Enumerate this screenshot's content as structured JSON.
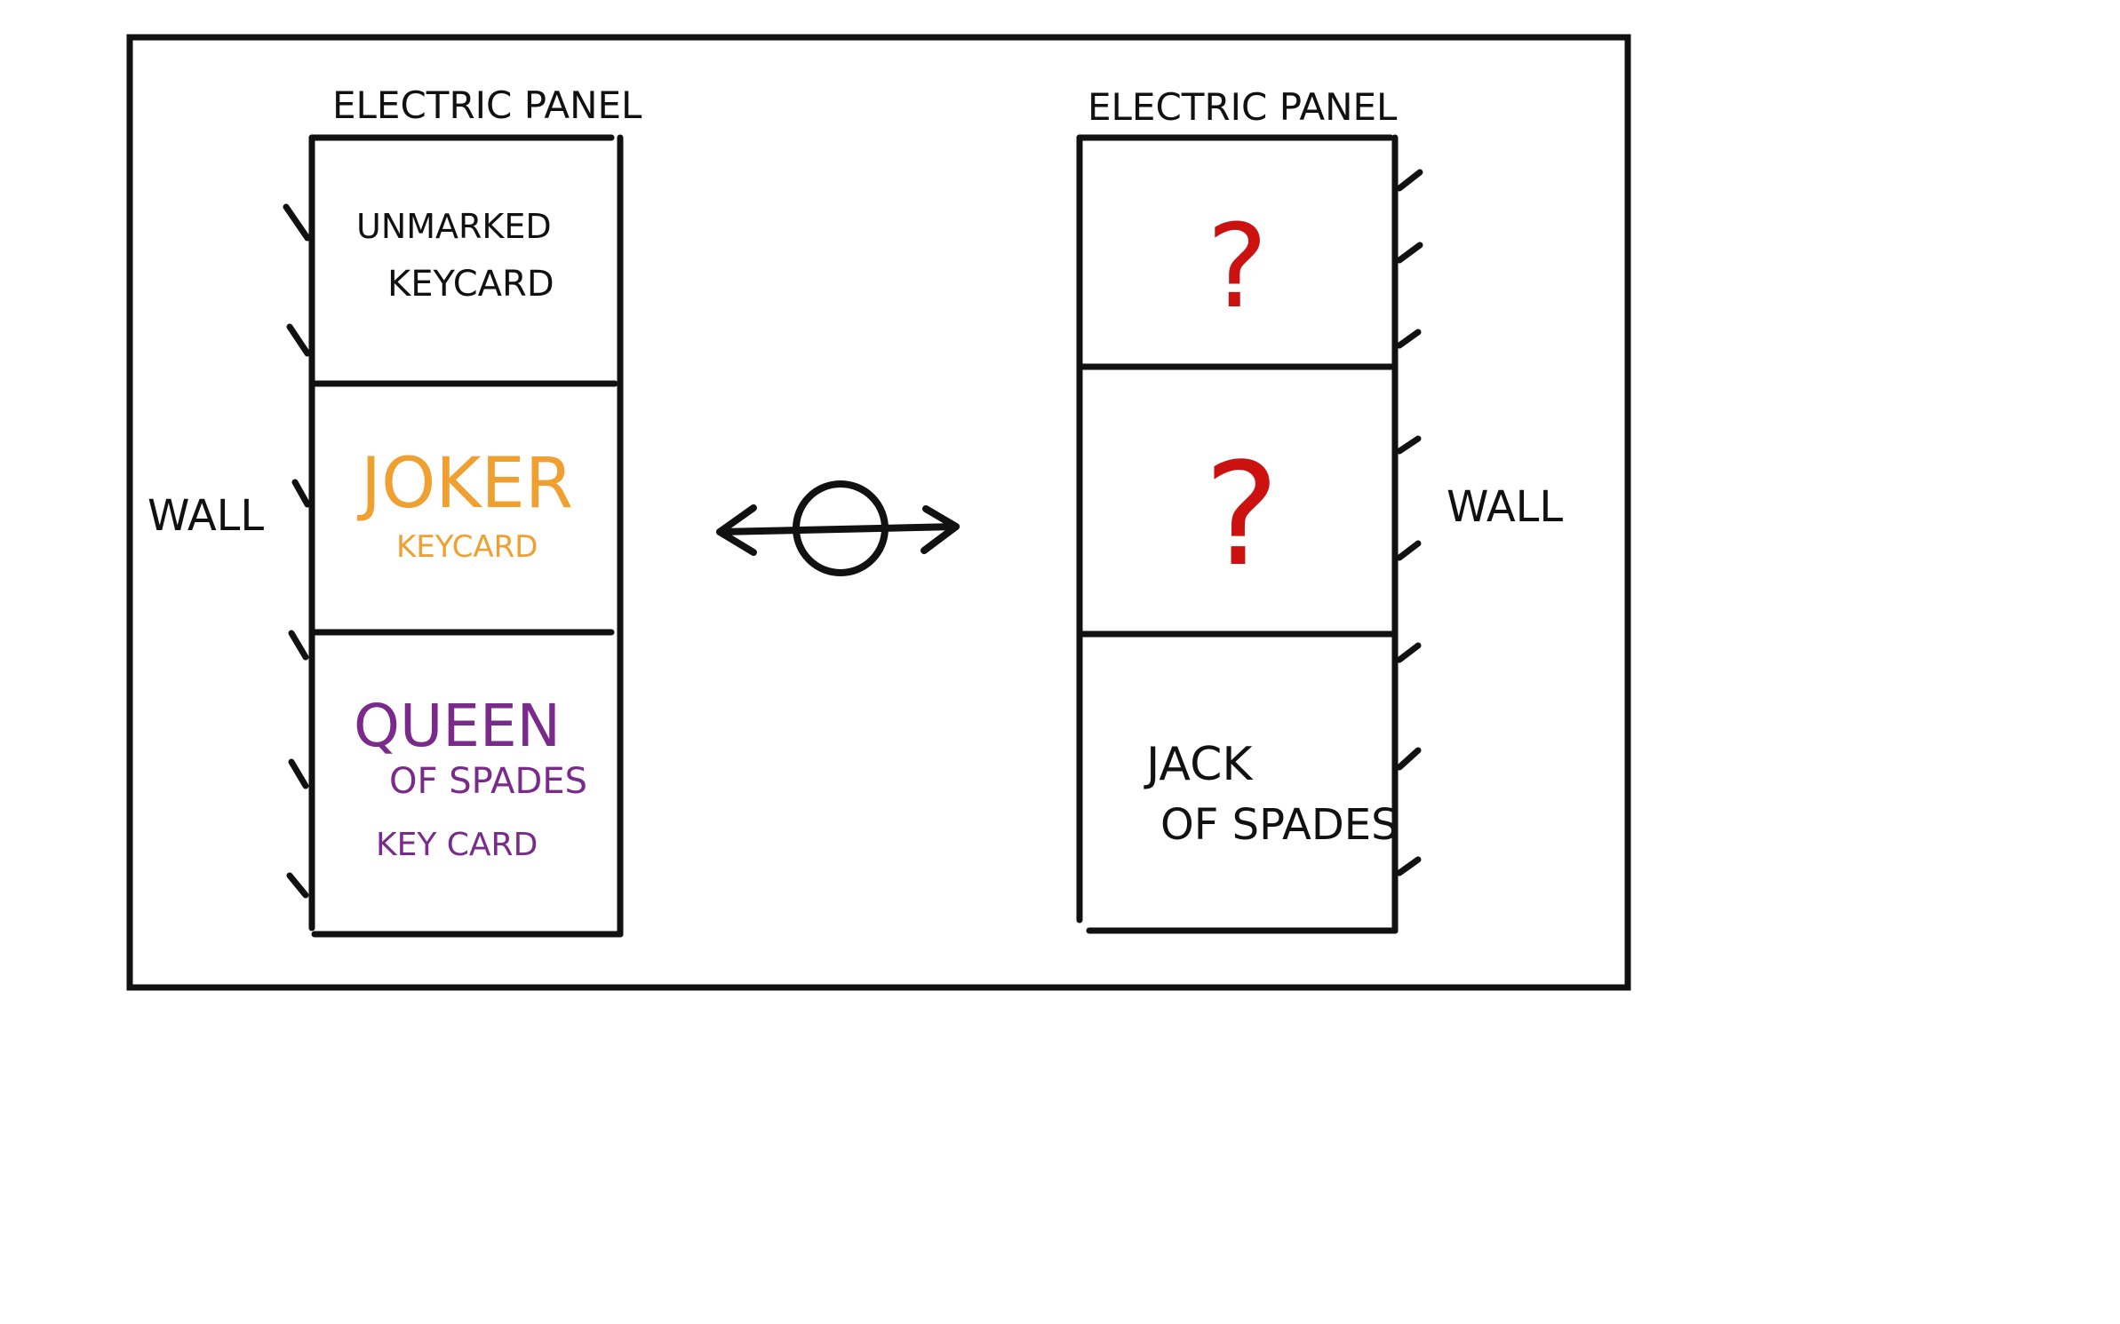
{
  "colors": {
    "ink": "#111111",
    "question": "#cc1111",
    "joker": "#f0a030",
    "queen": "#7a2a8a"
  },
  "left_panel": {
    "label": "ELECTRIC PANEL",
    "wall_label": "WALL",
    "slots": [
      {
        "lines": [
          "UNMARKED",
          "KEYCARD"
        ],
        "color": "#111111"
      },
      {
        "lines": [
          "JOKER",
          "KEYCARD"
        ],
        "color": "#f0a030"
      },
      {
        "lines": [
          "QUEEN",
          "OF SPADES",
          "KEY CARD"
        ],
        "color": "#7a2a8a"
      }
    ]
  },
  "right_panel": {
    "label": "ELECTRIC PANEL",
    "wall_label": "WALL",
    "slots": [
      {
        "symbol": "?",
        "color": "#cc1111"
      },
      {
        "symbol": "?",
        "color": "#cc1111"
      },
      {
        "lines": [
          "JACK",
          "OF SPADES"
        ],
        "color": "#111111"
      }
    ]
  },
  "center_symbol": "player-swap-icon"
}
